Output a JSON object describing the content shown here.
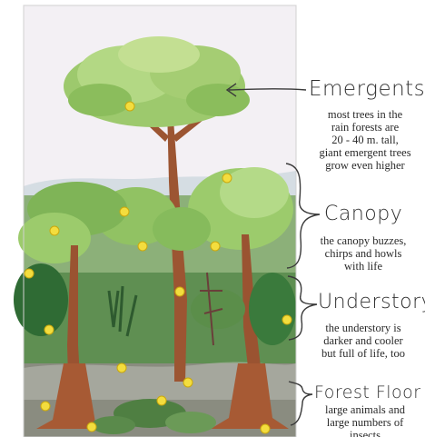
{
  "layers": [
    {
      "id": "emergents",
      "title": "Emergents",
      "lines": [
        "most trees in the",
        "rain forests are",
        "20 - 40 m. tall,",
        "giant emergent trees",
        "grow even higher"
      ]
    },
    {
      "id": "canopy",
      "title": "Canopy",
      "lines": [
        "the canopy buzzes,",
        "chirps and howls",
        "with life"
      ]
    },
    {
      "id": "understory",
      "title": "Understory",
      "lines": [
        "the understory is",
        "darker and cooler",
        "but full of life, too"
      ]
    },
    {
      "id": "forest-floor",
      "title": "Forest Floor",
      "lines": [
        "large animals and",
        "large numbers of",
        "insects"
      ]
    }
  ],
  "colors": {
    "sky": "#f4f1f4",
    "foliage_light": "#a9cf7a",
    "foliage_mid": "#82b455",
    "foliage_dark": "#3f7a3a",
    "trunk": "#a0522d",
    "flower": "#f5e04a",
    "ink": "#303030"
  }
}
